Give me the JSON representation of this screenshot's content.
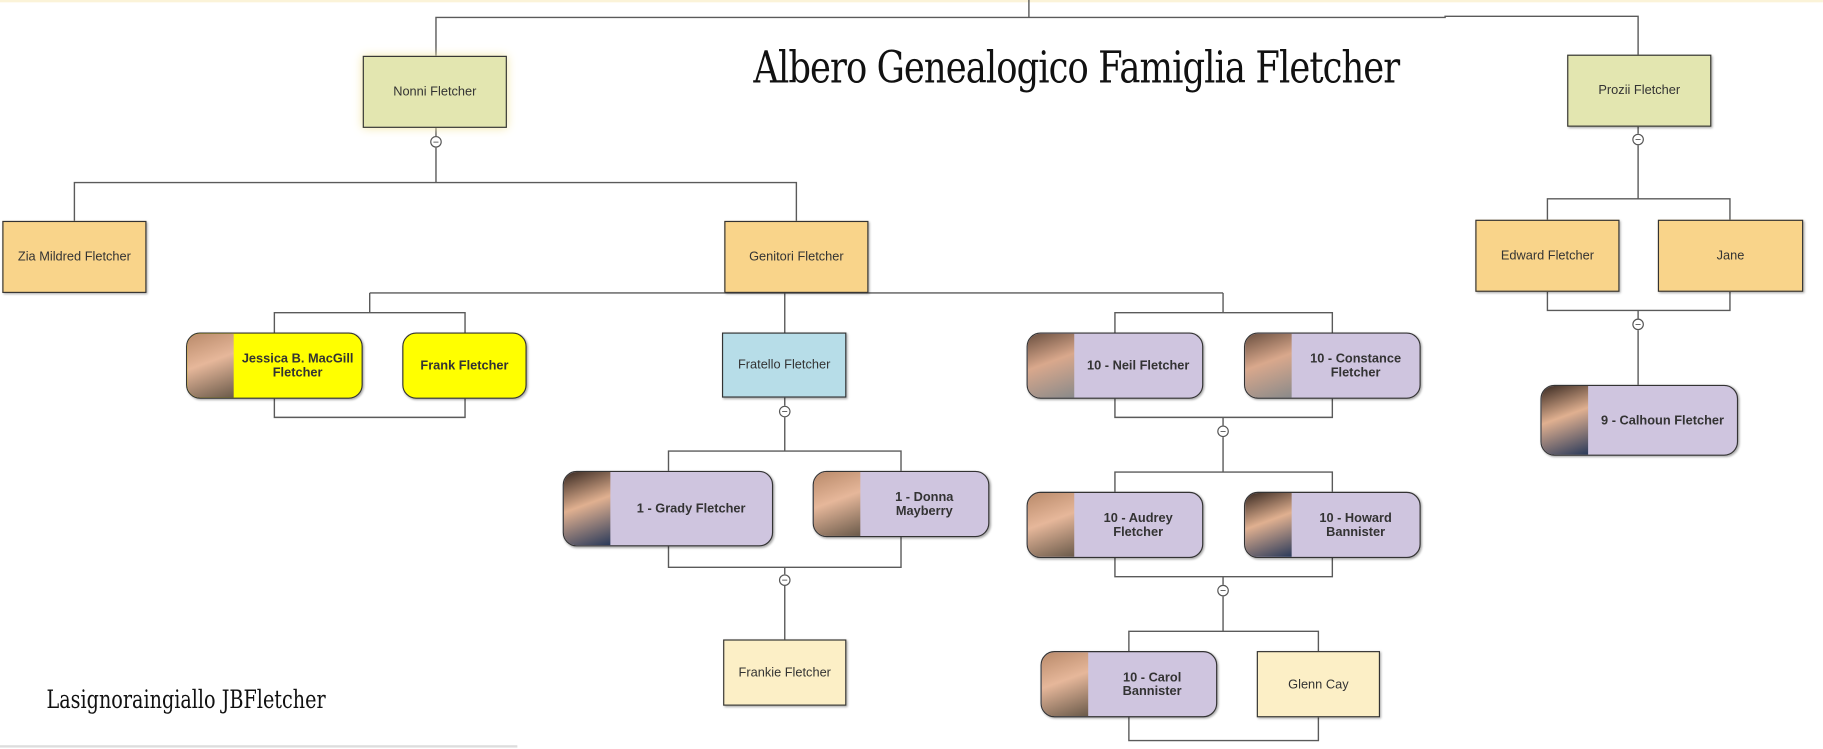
{
  "title": "Albero Genealogico Famiglia Fletcher",
  "signature": "Lasignoraingiallo  JBFletcher",
  "colors": {
    "green": "#e3e6b0",
    "orange": "#f9d48a",
    "yellow": "#ffff00",
    "blue": "#b7dde8",
    "purple": "#cfc5df",
    "cream": "#fcefc6"
  },
  "nodes": {
    "nonni": {
      "label": "Nonni Fletcher",
      "color": "#e3e6b0"
    },
    "prozii": {
      "label": "Prozii Fletcher",
      "color": "#e3e6b0"
    },
    "zia": {
      "label": "Zia Mildred Fletcher",
      "color": "#f9d48a"
    },
    "genitori": {
      "label": "Genitori Fletcher",
      "color": "#f9d48a"
    },
    "edward": {
      "label": "Edward Fletcher",
      "color": "#f9d48a"
    },
    "jane": {
      "label": "Jane",
      "color": "#f9d48a"
    },
    "jessica": {
      "label": "Jessica B. MacGill Fletcher",
      "color": "#ffff00"
    },
    "frank": {
      "label": "Frank Fletcher",
      "color": "#ffff00"
    },
    "fratello": {
      "label": "Fratello Fletcher",
      "color": "#b7dde8"
    },
    "neil": {
      "label": "10 - Neil Fletcher",
      "color": "#cfc5df"
    },
    "constance": {
      "label": "10 - Constance Fletcher",
      "color": "#cfc5df"
    },
    "calhoun": {
      "label": "9 - Calhoun Fletcher",
      "color": "#cfc5df"
    },
    "grady": {
      "label": "1 - Grady Fletcher",
      "color": "#cfc5df"
    },
    "donna": {
      "label": "1 - Donna Mayberry",
      "color": "#cfc5df"
    },
    "audrey": {
      "label": "10 - Audrey Fletcher",
      "color": "#cfc5df"
    },
    "howard": {
      "label": "10 - Howard Bannister",
      "color": "#cfc5df"
    },
    "frankie": {
      "label": "Frankie Fletcher",
      "color": "#fcefc6"
    },
    "carol": {
      "label": "10 - Carol Bannister",
      "color": "#cfc5df"
    },
    "glenn": {
      "label": "Glenn Cay",
      "color": "#fcefc6"
    }
  },
  "collapse_symbol": "−"
}
